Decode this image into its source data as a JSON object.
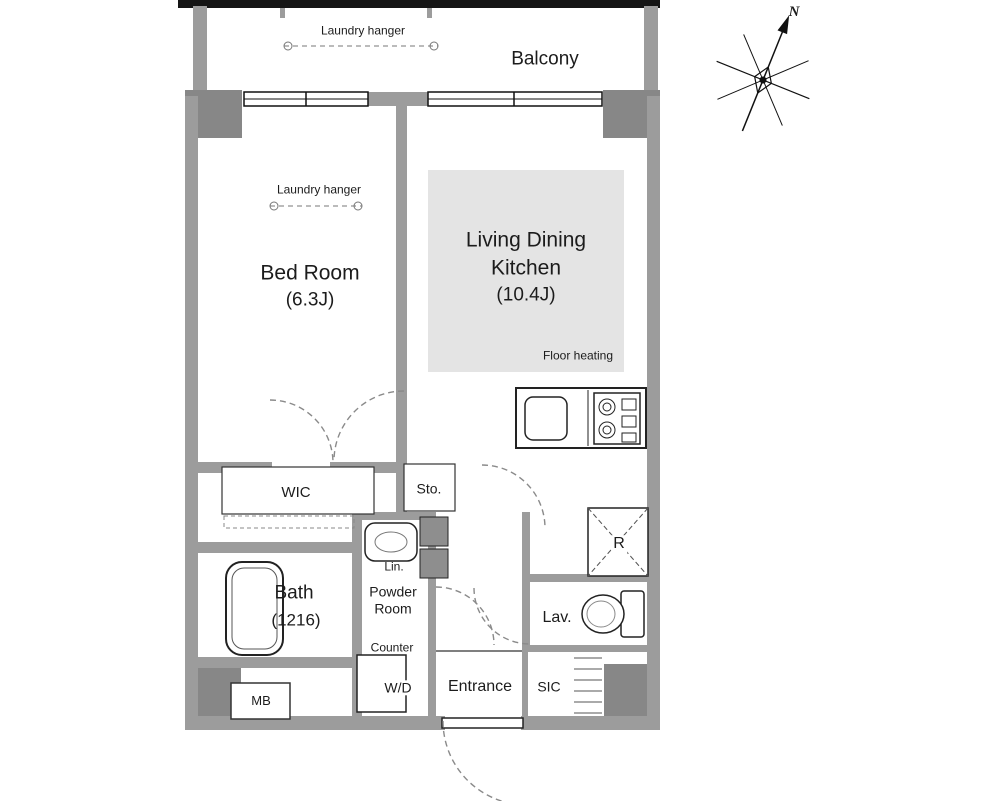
{
  "colors": {
    "wall": "#9c9c9c",
    "pillar": "#878787",
    "floor_heating_fill": "#e4e4e4",
    "outline": "#222222",
    "dashed": "#8a8a8a"
  },
  "compass": {
    "north_label": "N"
  },
  "rooms": {
    "balcony": {
      "label": "Balcony",
      "laundry_hanger": "Laundry hanger"
    },
    "bedroom": {
      "label": "Bed Room",
      "size": "(6.3J)",
      "laundry_hanger": "Laundry hanger"
    },
    "ldk": {
      "label_line1": "Living Dining",
      "label_line2": "Kitchen",
      "size": "(10.4J)",
      "floor_heating": "Floor heating"
    },
    "wic": {
      "label": "WIC"
    },
    "storage": {
      "label": "Sto."
    },
    "bath": {
      "label": "Bath",
      "size": "(1216)"
    },
    "linen": {
      "label": "Lin."
    },
    "powder_room": {
      "label_line1": "Powder",
      "label_line2": "Room",
      "counter_label": "Counter"
    },
    "washer_dryer": {
      "label": "W/D"
    },
    "entrance": {
      "label": "Entrance"
    },
    "shoe_closet": {
      "label": "SIC"
    },
    "lavatory": {
      "label": "Lav."
    },
    "refrigerator_space": {
      "label": "R"
    },
    "meter_box": {
      "label": "MB"
    }
  }
}
